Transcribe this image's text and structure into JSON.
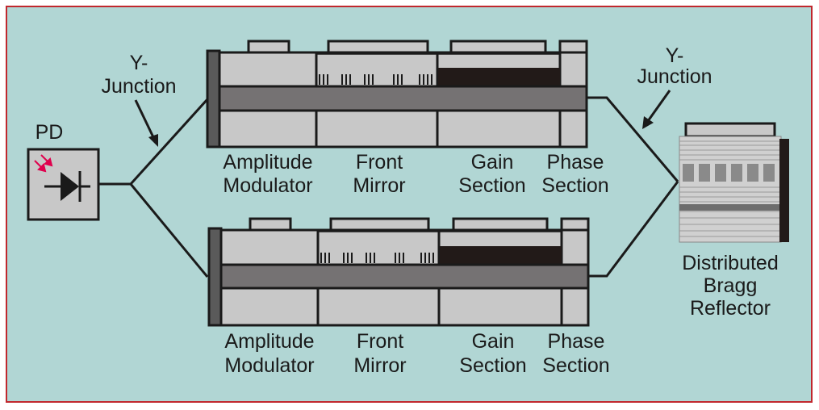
{
  "diagram": {
    "colors": {
      "background": "#b1d6d4",
      "border": "#c0272d",
      "chip_body": "#c8c8c8",
      "waveguide": "#757273",
      "gain_active": "#221a18",
      "photon_arrows": "#e0004d"
    },
    "labels": {
      "pd": "PD",
      "y_junction_left_1": "Y-",
      "y_junction_left_2": "Junction",
      "y_junction_right_1": "Y-",
      "y_junction_right_2": "Junction",
      "dbr_1": "Distributed",
      "dbr_2": "Bragg",
      "dbr_3": "Reflector"
    },
    "lasers": [
      {
        "amp_1": "Amplitude",
        "amp_2": "Modulator",
        "mirror_1": "Front",
        "mirror_2": "Mirror",
        "gain_1": "Gain",
        "gain_2": "Section",
        "phase_1": "Phase",
        "phase_2": "Section"
      },
      {
        "amp_1": "Amplitude",
        "amp_2": "Modulator",
        "mirror_1": "Front",
        "mirror_2": "Mirror",
        "gain_1": "Gain",
        "gain_2": "Section",
        "phase_1": "Phase",
        "phase_2": "Section"
      }
    ]
  }
}
